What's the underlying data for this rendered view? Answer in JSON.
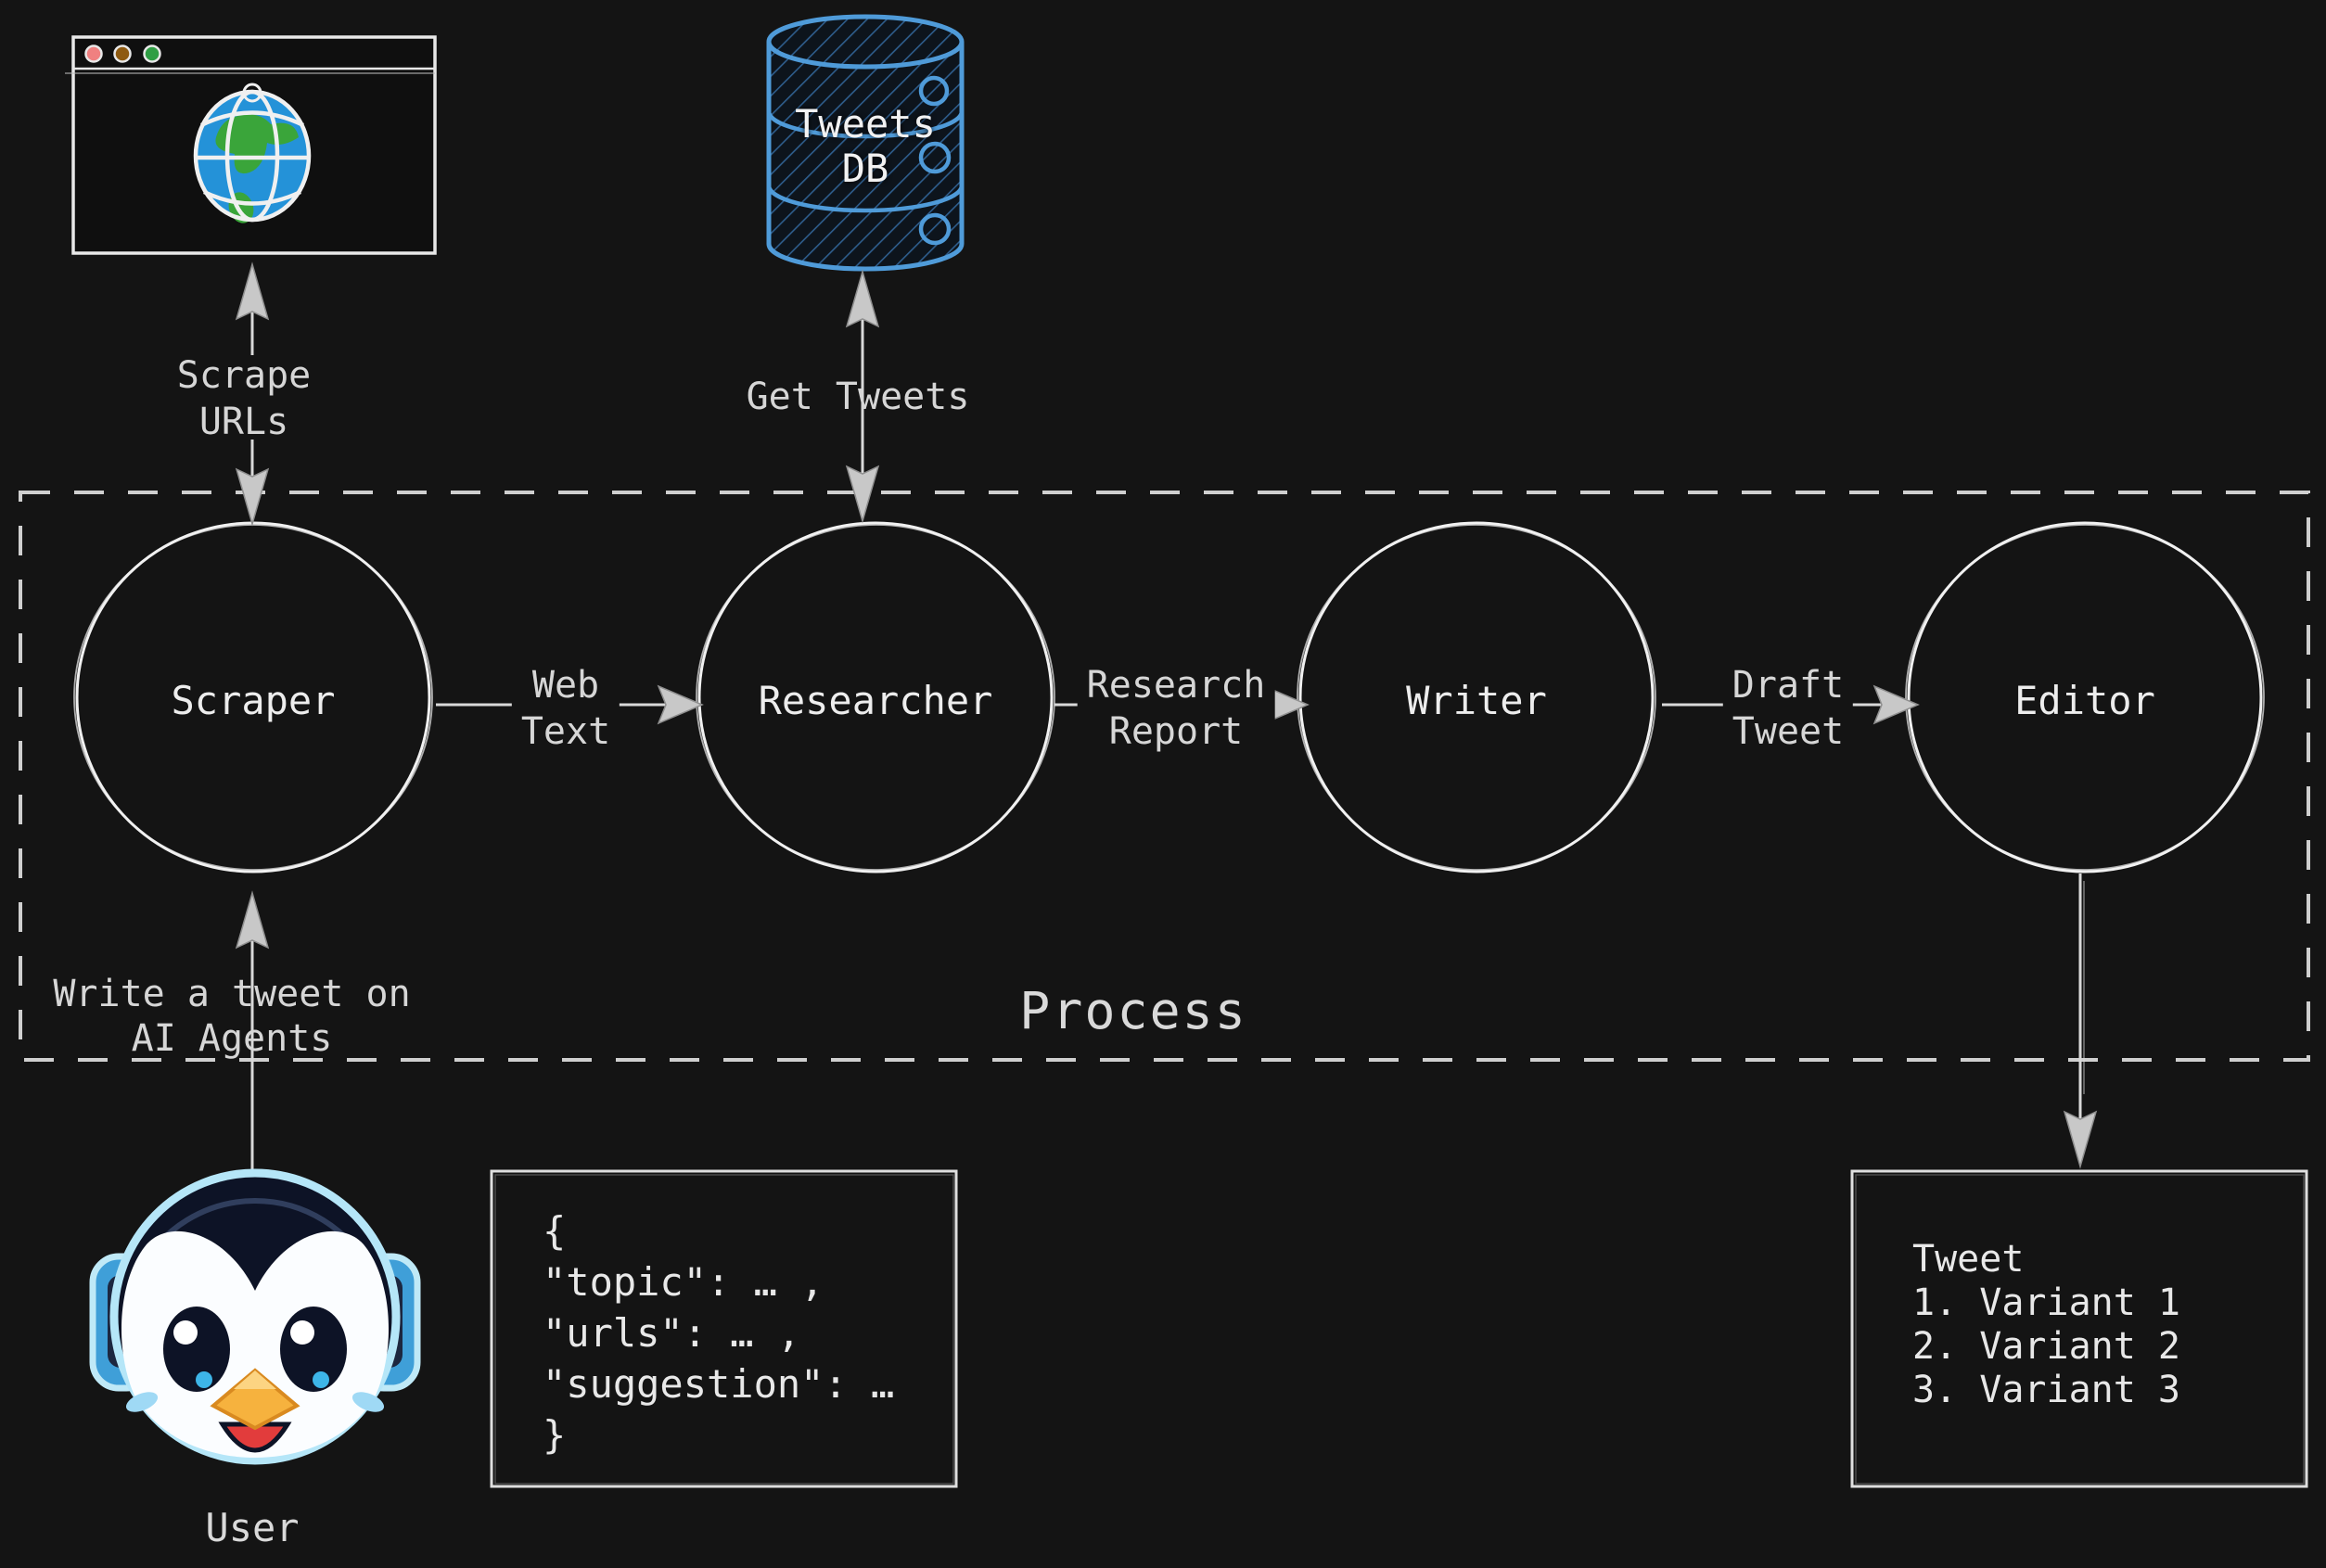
{
  "canvas": {
    "background": "#141414",
    "stroke_color": "#e8e8e8",
    "label_color": "#d6d6d6",
    "db_blue": "#4f9bd9"
  },
  "browser": {
    "traffic_light_colors": [
      "#f08080",
      "#8e5a10",
      "#2f9e44"
    ],
    "icon": "globe-icon"
  },
  "database": {
    "label": "Tweets\nDB"
  },
  "process_box": {
    "label": "Process"
  },
  "nodes": [
    {
      "id": "scraper",
      "label": "Scraper"
    },
    {
      "id": "researcher",
      "label": "Researcher"
    },
    {
      "id": "writer",
      "label": "Writer"
    },
    {
      "id": "editor",
      "label": "Editor"
    }
  ],
  "edges": {
    "scrape_urls": {
      "label": "Scrape\nURLs"
    },
    "get_tweets": {
      "label": "Get Tweets"
    },
    "web_text": {
      "label": "Web\nText"
    },
    "research_report": {
      "label": "Research\nReport"
    },
    "draft_tweet": {
      "label": "Draft\nTweet"
    },
    "user_request": {
      "label": "Write a tweet on\nAI Agents"
    }
  },
  "user": {
    "label": "User"
  },
  "json_payload": {
    "text": "{\n \"topic\": … ,\n \"urls\": … ,\n \"suggestion\": …\n}"
  },
  "output_note": {
    "text": "Tweet\n1. Variant 1\n2. Variant 2\n3. Variant 3"
  }
}
